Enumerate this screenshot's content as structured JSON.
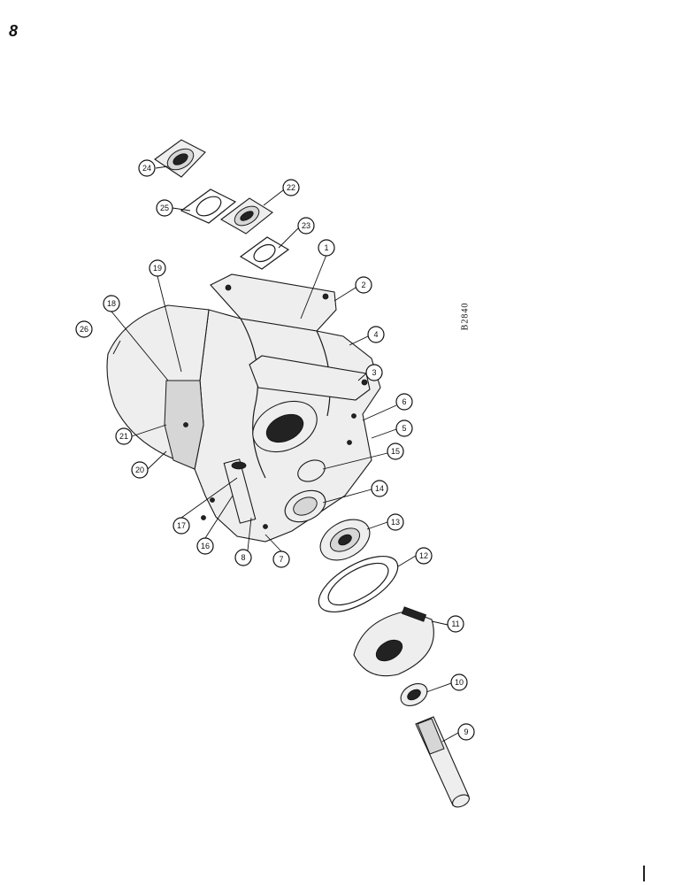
{
  "page": {
    "number": "8",
    "figure_ref": "B2840"
  },
  "callouts": [
    {
      "label": "1"
    },
    {
      "label": "2"
    },
    {
      "label": "3"
    },
    {
      "label": "4"
    },
    {
      "label": "5"
    },
    {
      "label": "6"
    },
    {
      "label": "7"
    },
    {
      "label": "8"
    },
    {
      "label": "9"
    },
    {
      "label": "10"
    },
    {
      "label": "11"
    },
    {
      "label": "12"
    },
    {
      "label": "13"
    },
    {
      "label": "14"
    },
    {
      "label": "15"
    },
    {
      "label": "16"
    },
    {
      "label": "17"
    },
    {
      "label": "18"
    },
    {
      "label": "19"
    },
    {
      "label": "20"
    },
    {
      "label": "21"
    },
    {
      "label": "22"
    },
    {
      "label": "23"
    },
    {
      "label": "24"
    },
    {
      "label": "25"
    },
    {
      "label": "26"
    }
  ]
}
